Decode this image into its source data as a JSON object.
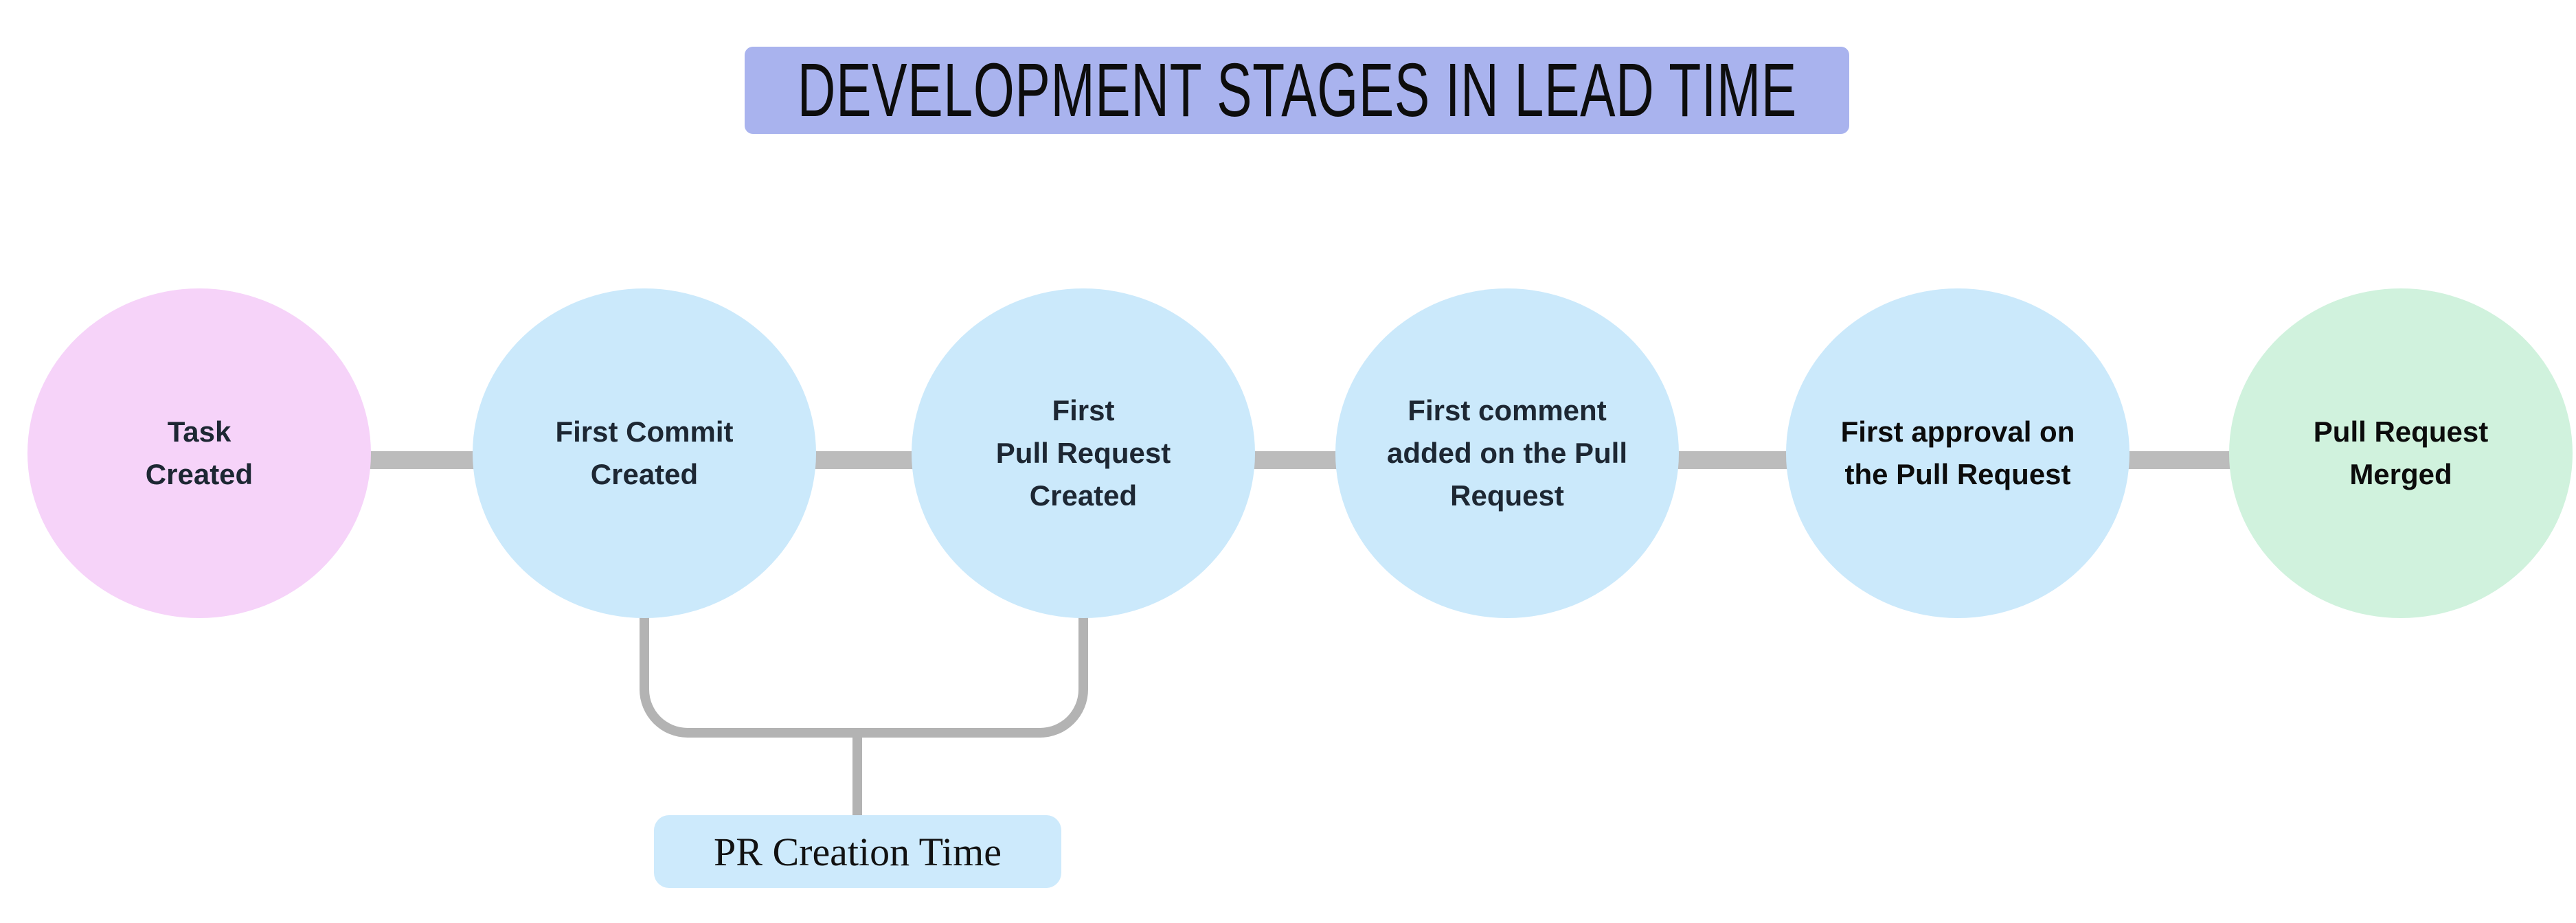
{
  "title": {
    "text": "DEVELOPMENT STAGES IN LEAD TIME",
    "bg": "#a9b3ee",
    "text_color": "#0d0d0d"
  },
  "stages": [
    {
      "id": "task-created",
      "label": "Task\nCreated",
      "fill": "#f6d3f9",
      "text_color": "#1d2733"
    },
    {
      "id": "first-commit-created",
      "label": "First Commit\nCreated",
      "fill": "#cbe9fb",
      "text_color": "#1d2733"
    },
    {
      "id": "first-pull-request-created",
      "label": "First\nPull Request\nCreated",
      "fill": "#cbe9fb",
      "text_color": "#1d2733"
    },
    {
      "id": "first-comment-added",
      "label": "First comment\nadded on the Pull\nRequest",
      "fill": "#cbe9fb",
      "text_color": "#1d2733"
    },
    {
      "id": "first-approval",
      "label": "First approval on\nthe Pull Request",
      "fill": "#cbe9fb",
      "text_color": "#0c0c0c"
    },
    {
      "id": "pull-request-merged",
      "label": "Pull Request\nMerged",
      "fill": "#d0f2dd",
      "text_color": "#0c0c0c"
    }
  ],
  "annotation": {
    "label": "PR Creation Time",
    "bg": "#cdeafc",
    "connects": [
      "First Commit Created",
      "First Pull Request Created"
    ]
  },
  "colors": {
    "connector": "#bcbcbc",
    "bracket": "#b3b3b3"
  }
}
